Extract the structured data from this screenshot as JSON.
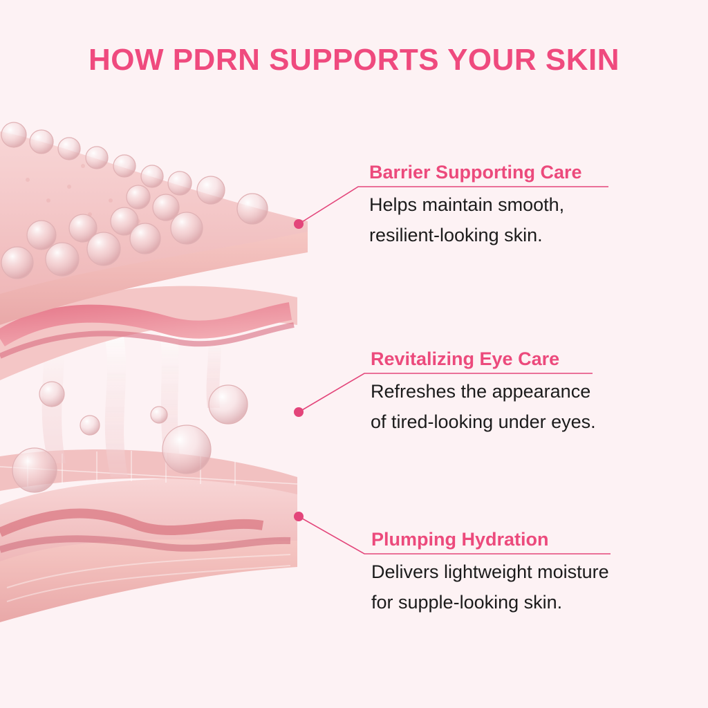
{
  "header": {
    "title": "HOW PDRN SUPPORTS YOUR SKIN"
  },
  "accent_color": "#ef4a7e",
  "background_color": "#fdf2f4",
  "illustration": {
    "subject": "layered pink skin tissue with clear hydration spheres"
  },
  "callouts": [
    {
      "title": "Barrier Supporting Care",
      "lines": [
        "Helps maintain smooth,",
        "resilient-looking skin."
      ]
    },
    {
      "title": "Revitalizing Eye Care",
      "lines": [
        "Refreshes the appearance",
        "of tired-looking under eyes."
      ]
    },
    {
      "title": "Plumping Hydration",
      "lines": [
        "Delivers lightweight moisture",
        "for supple-looking skin."
      ]
    }
  ]
}
